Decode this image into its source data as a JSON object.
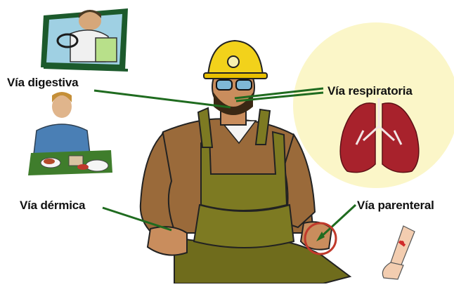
{
  "labels": {
    "digestiva": "Vía digestiva",
    "respiratoria": "Vía respiratoria",
    "dermica": "Vía dérmica",
    "parenteral": "Vía parenteral"
  },
  "colors": {
    "line": "#1f6b1f",
    "glow": "#fbf6c8",
    "helmet": "#f2d21b",
    "overalls": "#7d7a22",
    "shirt": "#9a6a3a",
    "skin": "#c98d5d",
    "lungs": "#a8222c",
    "highlight": "#c0392b"
  },
  "icons": [
    "driver-icon",
    "eating-person-icon",
    "lungs-icon",
    "injured-arm-icon",
    "worker-figure"
  ]
}
